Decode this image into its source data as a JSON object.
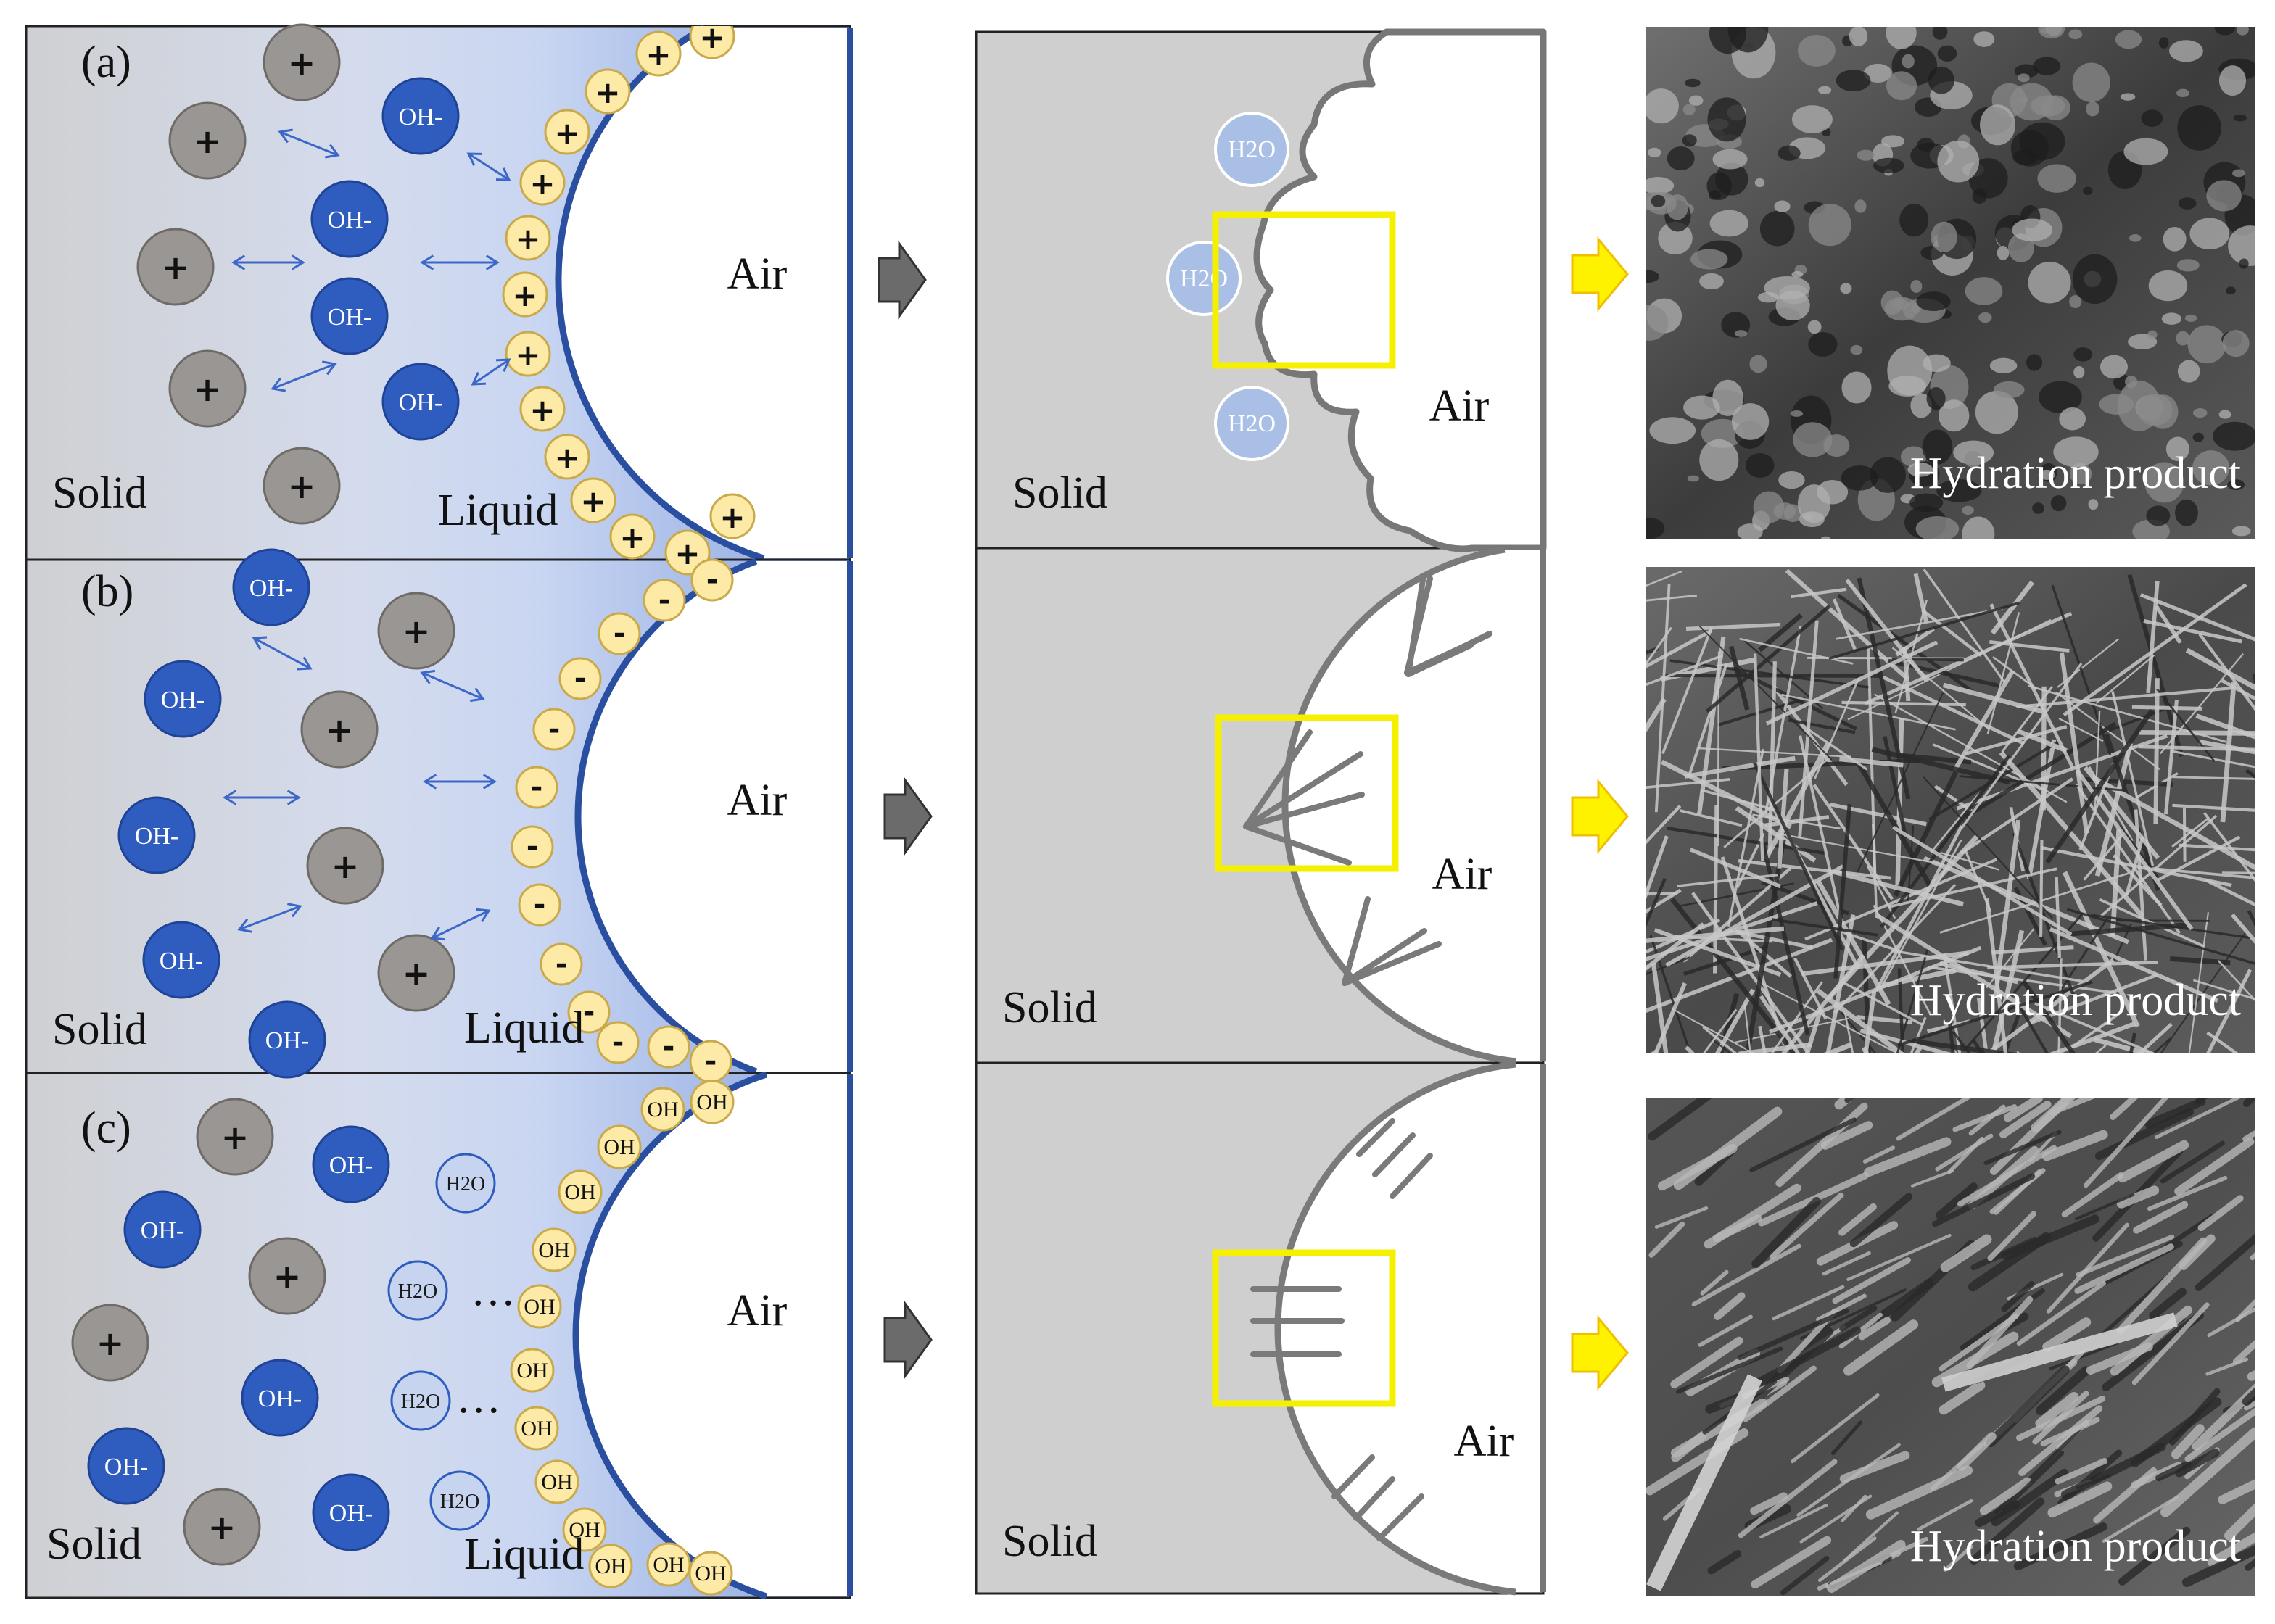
{
  "rows": [
    {
      "panel_label": "(a)",
      "solid_label": "Solid",
      "liquid_label": "Liquid",
      "air_label": "Air"
    },
    {
      "panel_label": "(b)",
      "solid_label": "Solid",
      "liquid_label": "Liquid",
      "air_label": "Air"
    },
    {
      "panel_label": "(c)",
      "solid_label": "Solid",
      "liquid_label": "Liquid",
      "air_label": "Air"
    }
  ],
  "ions": {
    "cation": "+",
    "anion": "OH-",
    "surface_anion": "-",
    "surface_hydroxyl": "OH",
    "water": "H2O",
    "ellipsis": "…"
  },
  "middle": [
    {
      "solid_label": "Solid",
      "air_label": "Air",
      "h2o": "H2O"
    },
    {
      "solid_label": "Solid",
      "air_label": "Air"
    },
    {
      "solid_label": "Solid",
      "air_label": "Air"
    }
  ],
  "micrographs": [
    {
      "caption": "Hydration product"
    },
    {
      "caption": "Hydration product"
    },
    {
      "caption": "Hydration product"
    }
  ],
  "colors": {
    "cation": "#9a9693",
    "anion": "#2f5cbf",
    "water": "#a9bfe6",
    "surface_bead": "#fdeaa6",
    "bubble_outline": "#2b4fa0",
    "highlight_box": "#f5f000",
    "yellow_arrow": "#fff200",
    "grey_arrow": "#6b6b6b",
    "solid_fill": "#cfcfcf"
  }
}
